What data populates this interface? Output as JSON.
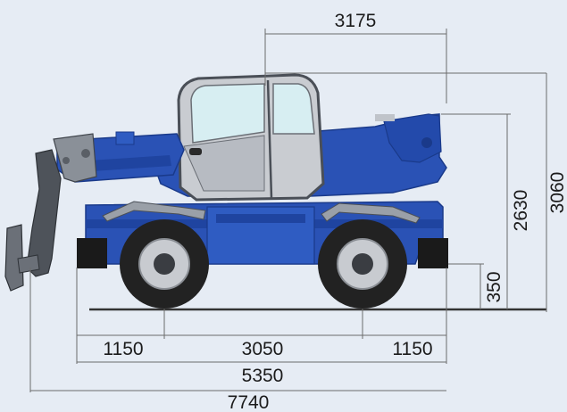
{
  "colors": {
    "background": "#e6ecf4",
    "body_blue": "#2a52b5",
    "body_blue_dark": "#1a3a8a",
    "cab_grey": "#c9ccd1",
    "glass": "#d7eef2",
    "tire": "#222222",
    "rim": "#c8cbd0",
    "dimension_line": "#6b6b6b"
  },
  "dimensions": {
    "top_width": "3175",
    "height_total": "3060",
    "height_boom_pivot": "2630",
    "ground_clearance": "350",
    "front_overhang": "1150",
    "wheelbase": "3050",
    "rear_overhang": "1150",
    "overall_chassis_length": "5350",
    "overall_length_with_forks": "7740"
  },
  "icons": [
    "telehandler-vehicle-illustration",
    "front-wheel-icon",
    "rear-wheel-icon",
    "fork-carriage-icon"
  ]
}
